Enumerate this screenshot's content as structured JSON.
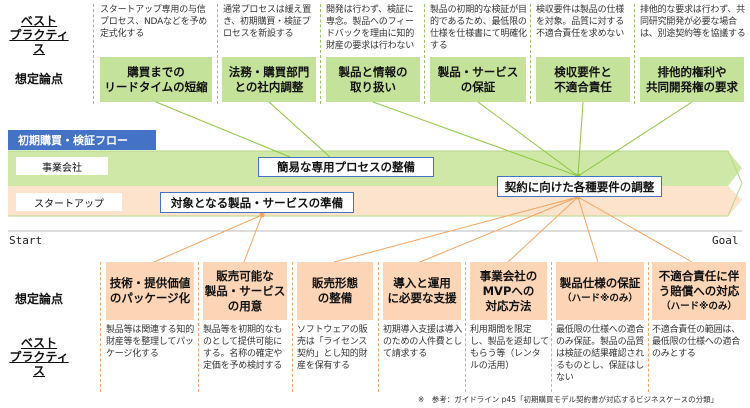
{
  "labels": {
    "best_practice_top": "ベスト\nプラクティス",
    "issues_top": "想定論点",
    "issues_bottom": "想定論点",
    "best_practice_bottom": "ベスト\nプラクティス",
    "start": "Start",
    "goal": "Goal"
  },
  "flow": {
    "title": "初期購買・検証フロー",
    "lane_company": "事業会社",
    "lane_startup": "スタートアップ",
    "stage_dedicated_process": "簡易な専用プロセスの整備",
    "stage_requirements": "契約に向けた各種要件の調整",
    "stage_target_product": "対象となる製品・サービスの準備"
  },
  "top_columns": [
    {
      "practice": "スタートアップ専用の与信プロセス、NDAなどを予め定式化する",
      "issue": "購買までの\nリードタイムの短縮"
    },
    {
      "practice": "通常プロセスは緩え置き、初期購買・検証プロセスを新設する",
      "issue": "法務・購買部門\nとの社内調整"
    },
    {
      "practice": "開発は行わず、検証に専念。製品へのフィードバックを理由に知的財産の要求は行わない",
      "issue": "製品と情報の\n取り扱い"
    },
    {
      "practice": "製品の初期的な検証が目的であるため、最低限の仕様を仕様書にて明確化する",
      "issue": "製品・サービス\nの保証"
    },
    {
      "practice": "検収要件は製品の仕様を対象。品質に対する不適合責任を求めない",
      "issue": "検収要件と\n不適合責任"
    },
    {
      "practice": "排他的な要求は行わず、共同研究開発が必要な場合は、別途契約等を協議する",
      "issue": "排他的権利や\n共同開発権の要求"
    }
  ],
  "bottom_columns": [
    {
      "issue": "技術・提供価値\nのパッケージ化",
      "sub": "",
      "practice": "製品等は関連する知的財産等を整理してパッケージ化する"
    },
    {
      "issue": "販売可能な\n製品・サービス\nの用意",
      "sub": "",
      "practice": "製品等を初期的なものとして提供可能にする。名称の確定や定価を予め検討する"
    },
    {
      "issue": "販売形態\nの整備",
      "sub": "",
      "practice": "ソフトウェアの販売は「ライセンス契約」とし知的財産を保有する"
    },
    {
      "issue": "導入と運用\nに必要な支援",
      "sub": "",
      "practice": "初期導入支援は導入のための人件費として請求する"
    },
    {
      "issue": "事業会社の\nMVPへの\n対応方法",
      "sub": "",
      "practice": "利用期間を限定し、製品を返却してもらう等（レンタルの活用）"
    },
    {
      "issue": "製品仕様の保証",
      "sub": "（ハード※のみ）",
      "practice": "最低限の仕様への適合のみ保証。製品の品質は検証の結果確認されるものとし、保証はしない"
    },
    {
      "issue": "不適合責任に伴\nう賠償への対応",
      "sub": "（ハード※のみ）",
      "practice": "不適合責任の範囲は、最低限の仕様への適合のみとする"
    }
  ],
  "footnote": "※　参考：ガイドライン p45「初期購買モデル契約書が対応するビジネスケースの分類」",
  "colors": {
    "green": "#c5e29a",
    "green_band": "#c9e6a0",
    "orange": "#fbd5b5",
    "orange_band": "#fde0c8",
    "blue": "#4472c4",
    "green_line": "#8dc63f",
    "orange_line": "#f4a460"
  }
}
